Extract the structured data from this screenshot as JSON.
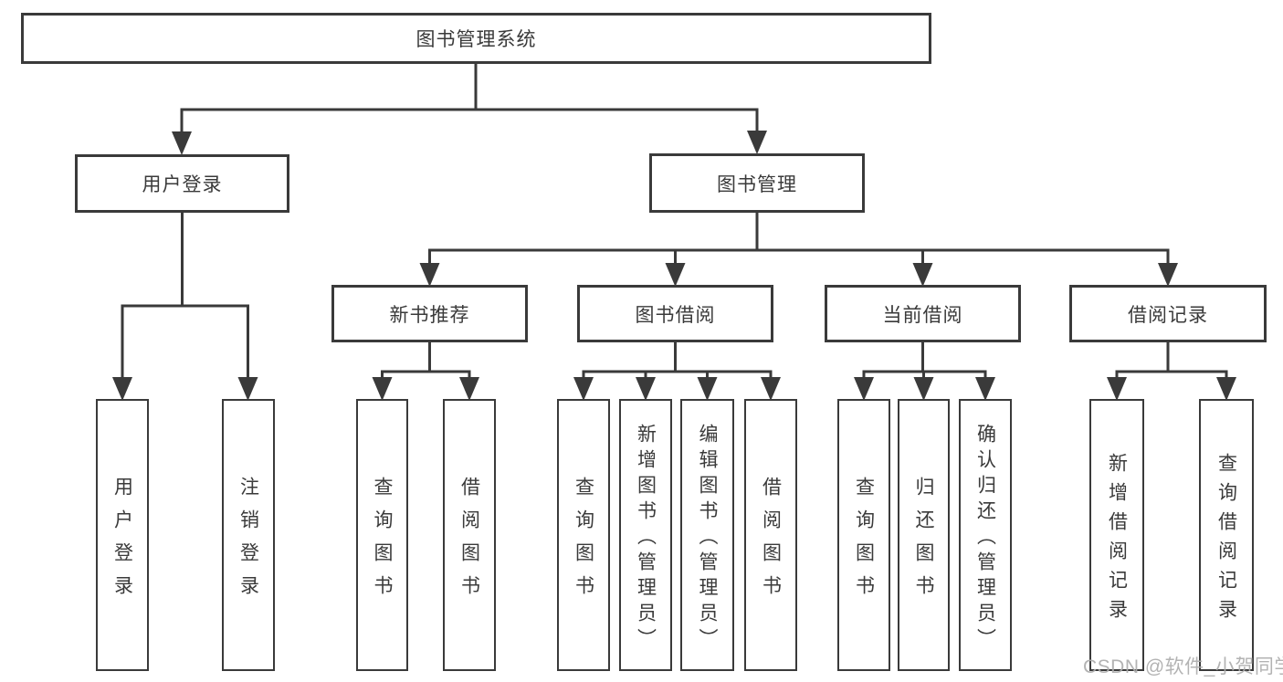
{
  "tree": {
    "root": {
      "label": "图书管理系统"
    },
    "branches": [
      {
        "label": "用户登录",
        "children": [
          {
            "label": "用户登录"
          },
          {
            "label": "注销登录"
          }
        ]
      },
      {
        "label": "图书管理",
        "groups": [
          {
            "label": "新书推荐",
            "children": [
              {
                "label": "查询图书"
              },
              {
                "label": "借阅图书"
              }
            ]
          },
          {
            "label": "图书借阅",
            "children": [
              {
                "label": "查询图书"
              },
              {
                "label": "新增图书（管理员）"
              },
              {
                "label": "编辑图书（管理员）"
              },
              {
                "label": "借阅图书"
              }
            ]
          },
          {
            "label": "当前借阅",
            "children": [
              {
                "label": "查询图书"
              },
              {
                "label": "归还图书"
              },
              {
                "label": "确认归还（管理员）"
              }
            ]
          },
          {
            "label": "借阅记录",
            "children": [
              {
                "label": "新增借阅记录"
              },
              {
                "label": "查询借阅记录"
              }
            ]
          }
        ]
      }
    ]
  },
  "watermark": {
    "text": "CSDN @软件_小贺同学"
  },
  "colors": {
    "line": "#3a3a3a",
    "text": "#3a3a3a",
    "watermark": "#acacac",
    "background": "#ffffff"
  }
}
